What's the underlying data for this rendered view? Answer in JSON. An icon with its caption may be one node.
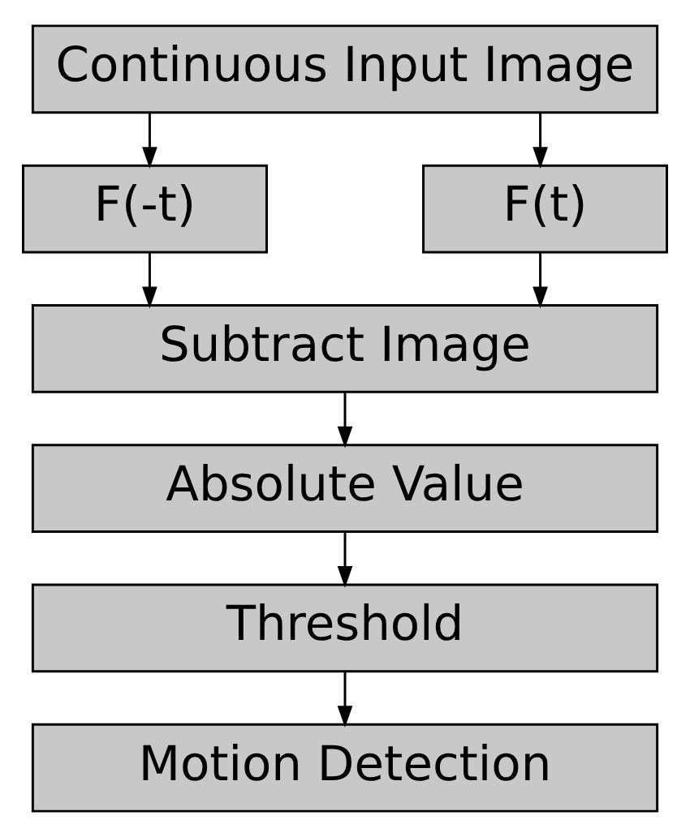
{
  "diagram": {
    "nodes": [
      {
        "text": [
          "Continuous Input Image"
        ]
      },
      {
        "text": [
          "F(-t)"
        ]
      },
      {
        "text": [
          "F(t)"
        ]
      },
      {
        "text": [
          "Subtract Image"
        ]
      },
      {
        "text": [
          "Absolute Value"
        ]
      },
      {
        "text": [
          "Threshold"
        ]
      },
      {
        "text": [
          "Motion Detection"
        ]
      }
    ],
    "edges": [
      {
        "from": 0,
        "to": 1,
        "arrow": "to"
      },
      {
        "from": 0,
        "to": 2,
        "arrow": "to"
      },
      {
        "from": 1,
        "to": 3,
        "arrow": "to"
      },
      {
        "from": 2,
        "to": 3,
        "arrow": "to"
      },
      {
        "from": 3,
        "to": 4,
        "arrow": "to"
      },
      {
        "from": 4,
        "to": 5,
        "arrow": "to"
      },
      {
        "from": 5,
        "to": 6,
        "arrow": "to"
      }
    ]
  }
}
